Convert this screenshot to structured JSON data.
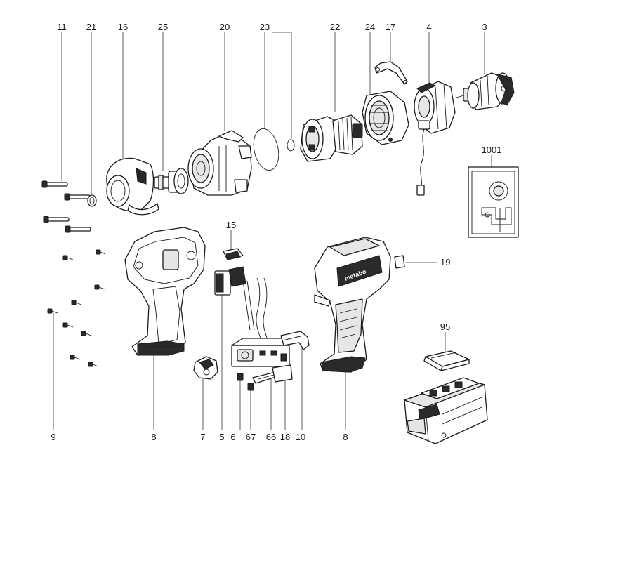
{
  "callouts": {
    "c11": "11",
    "c21": "21",
    "c16": "16",
    "c25": "25",
    "c20": "20",
    "c23": "23",
    "c22": "22",
    "c24": "24",
    "c17": "17",
    "c4": "4",
    "c3": "3",
    "c1001": "1001",
    "c15": "15",
    "c19": "19",
    "c95": "95",
    "c9": "9",
    "c8a": "8",
    "c7": "7",
    "c5": "5",
    "c6": "6",
    "c67": "67",
    "c66": "66",
    "c18": "18",
    "c10": "10",
    "c8b": "8"
  },
  "housing_brand": "metabo"
}
